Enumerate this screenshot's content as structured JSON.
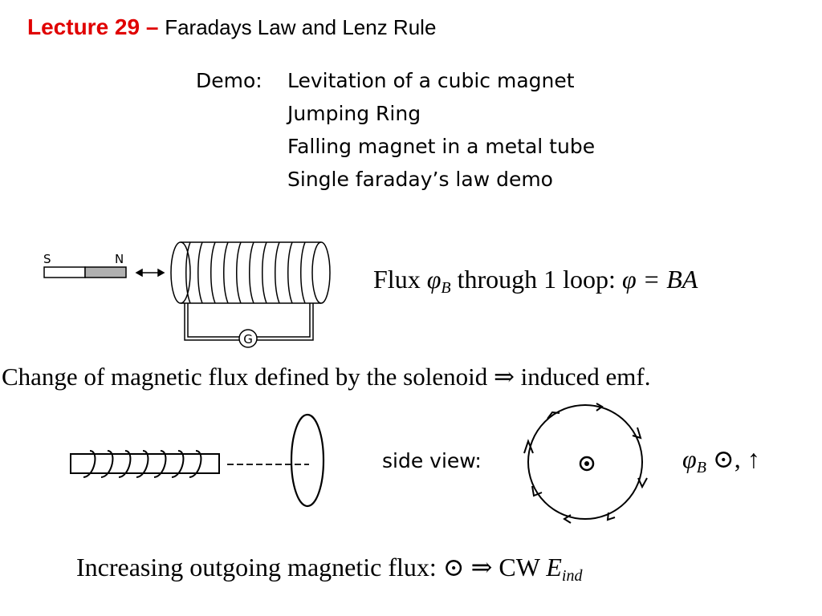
{
  "title": {
    "lecture": "Lecture 29 –",
    "topic": "Faradays Law and Lenz Rule"
  },
  "demo": {
    "label": "Demo:",
    "items": [
      "Levitation of a cubic magnet",
      "Jumping Ring",
      "Falling magnet in a metal tube",
      "Single faraday’s law demo"
    ]
  },
  "diagram_top": {
    "magnet_south": "S",
    "magnet_north": "N",
    "galvanometer": "G"
  },
  "flux": {
    "prefix": "Flux ",
    "symbol": "φ",
    "subscript": "B",
    "middle": " through 1 loop: ",
    "formula": "φ = BA"
  },
  "change_line": "Change of magnetic flux defined by the solenoid  ⇒  induced emf.",
  "side_view": {
    "label": "side view:"
  },
  "phi_label": {
    "symbol": "φ",
    "subscript": "B",
    "suffix": " ⊙, ↑"
  },
  "bottom": {
    "text": "Increasing outgoing magnetic flux: ⊙ ⇒  CW  ",
    "symbol": "E",
    "subscript": "ind"
  }
}
